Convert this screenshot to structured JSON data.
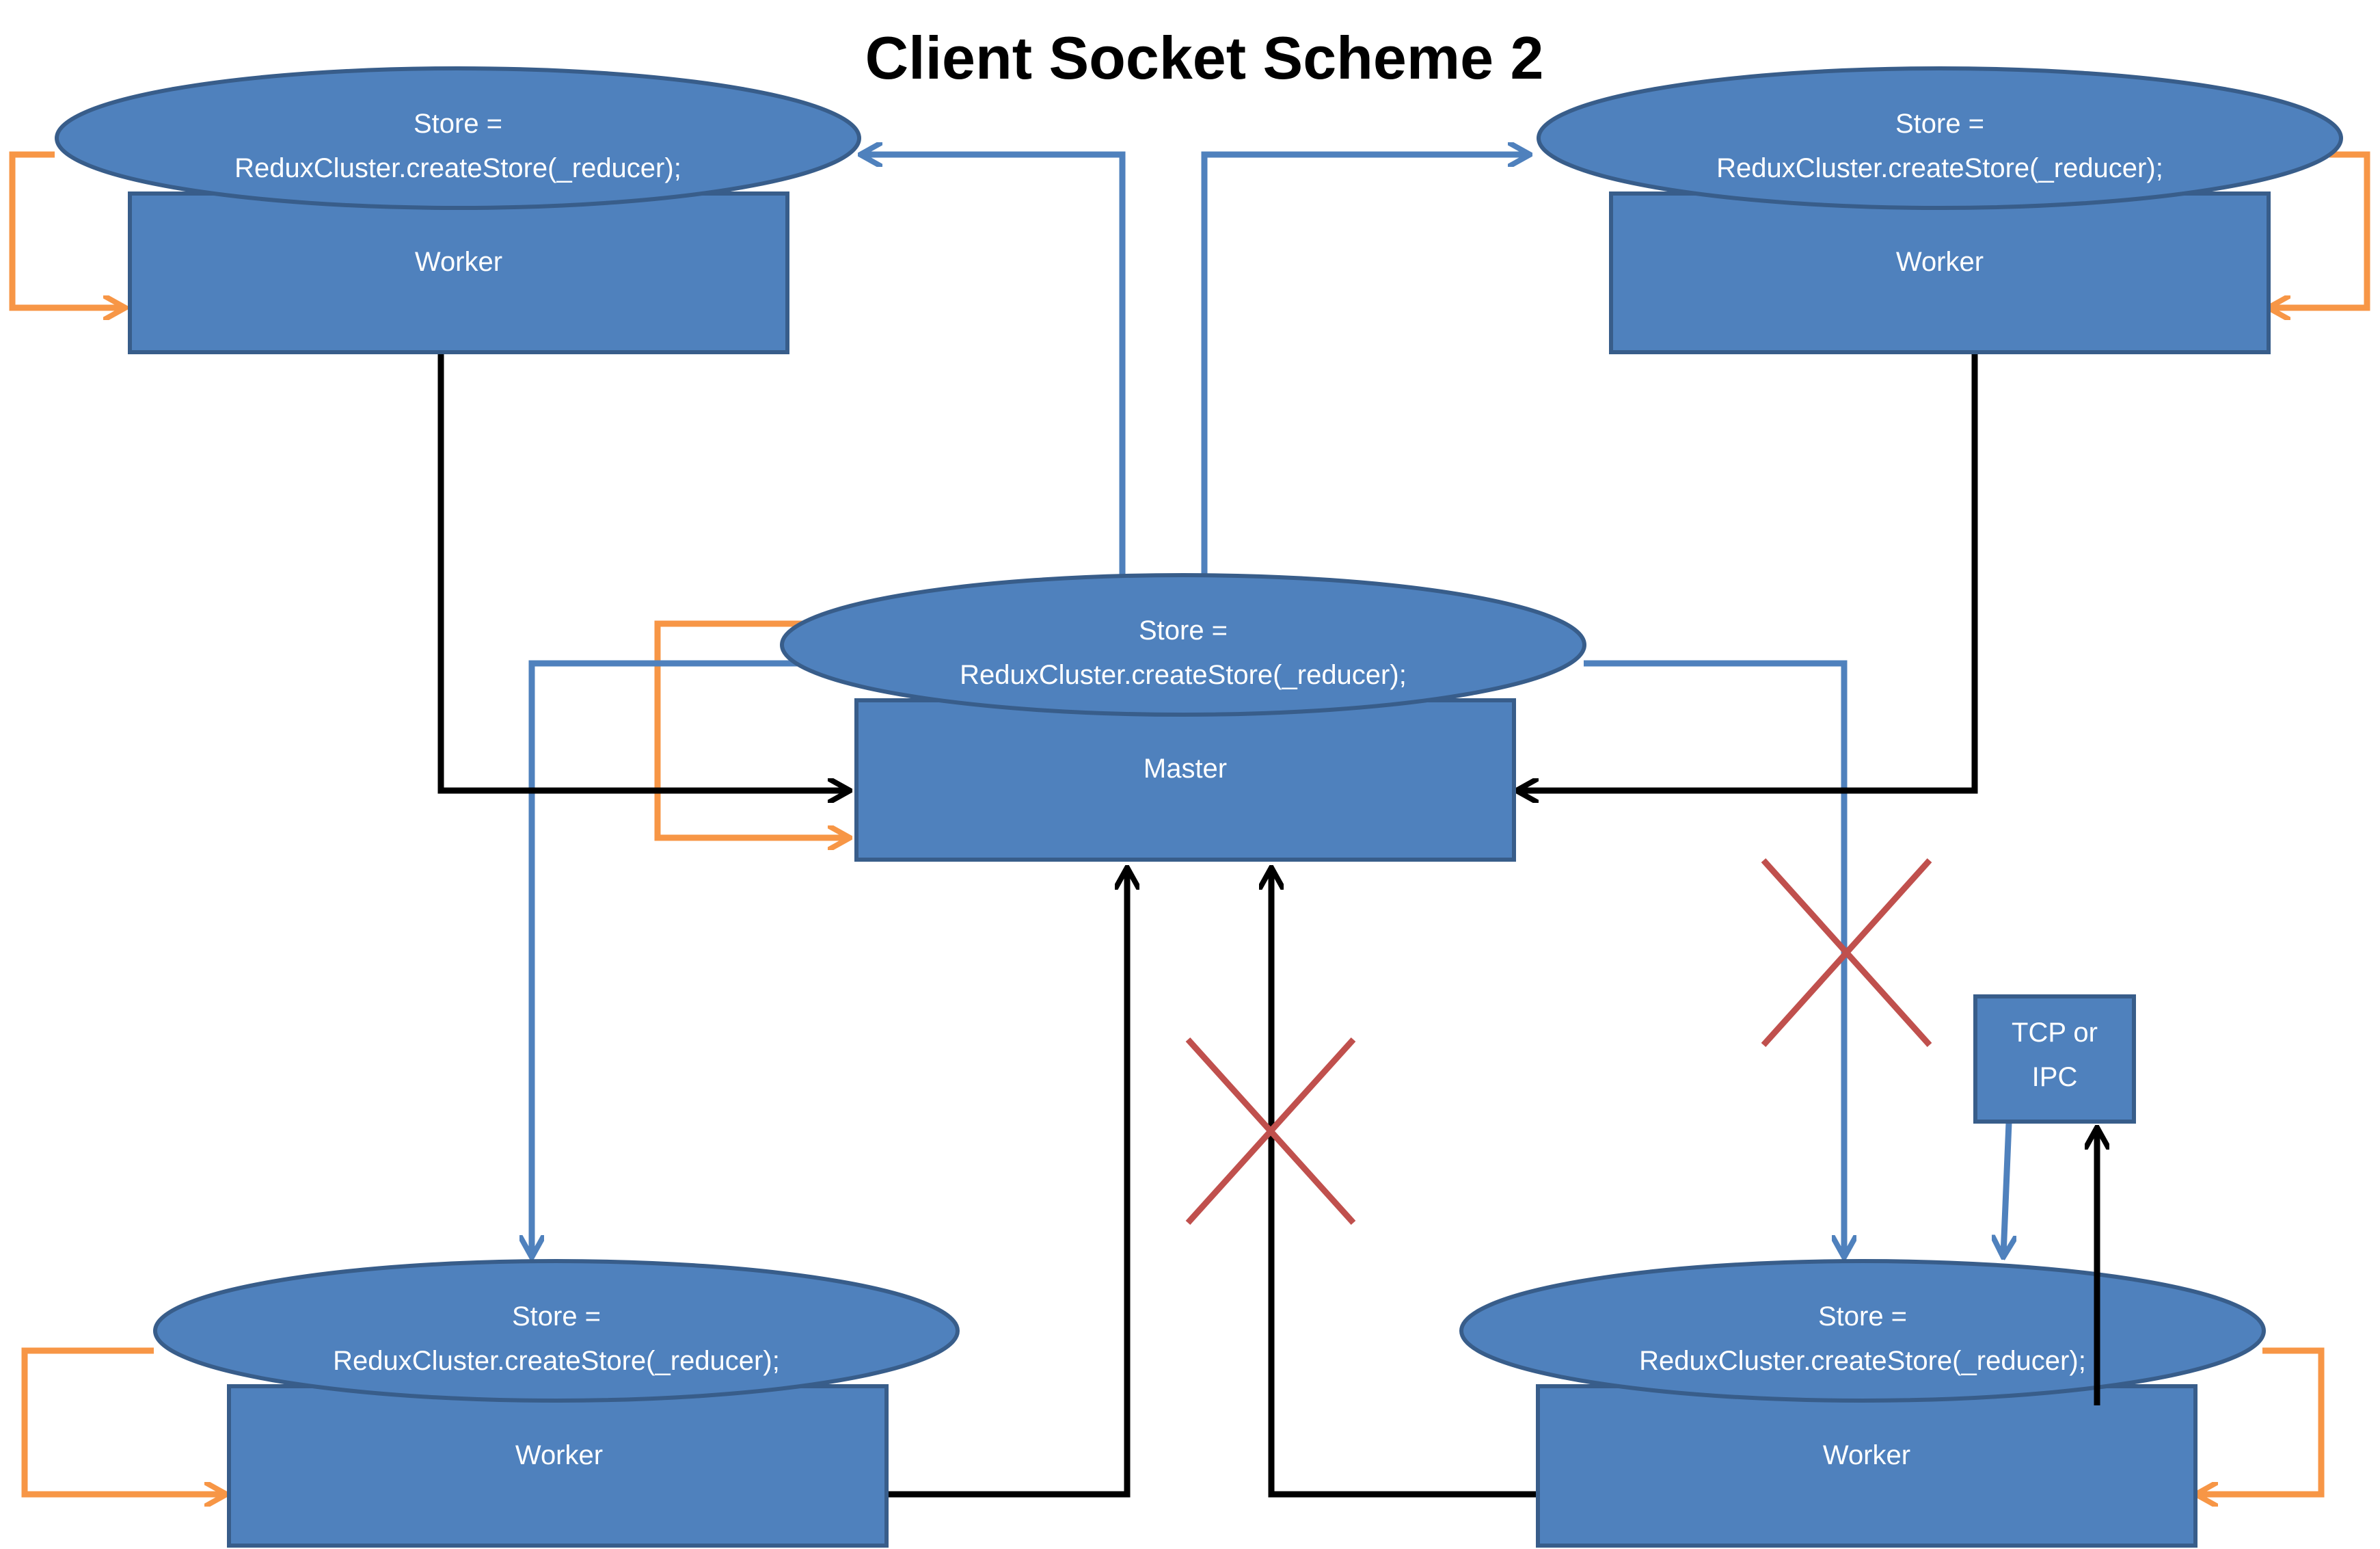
{
  "title": "Client Socket Scheme 2",
  "store_label_line1": "Store =",
  "store_label_line2": "ReduxCluster.createStore(_reducer);",
  "worker_label": "Worker",
  "master_label": "Master",
  "tcp_label_line1": "TCP or",
  "tcp_label_line2": "IPC",
  "colors": {
    "node_fill": "#4f81bd",
    "node_border": "#385d8a",
    "sync_arrow": "#4f81bd",
    "self_loop_arrow": "#f79646",
    "action_arrow": "#000000",
    "disabled_cross": "#c0504d"
  }
}
